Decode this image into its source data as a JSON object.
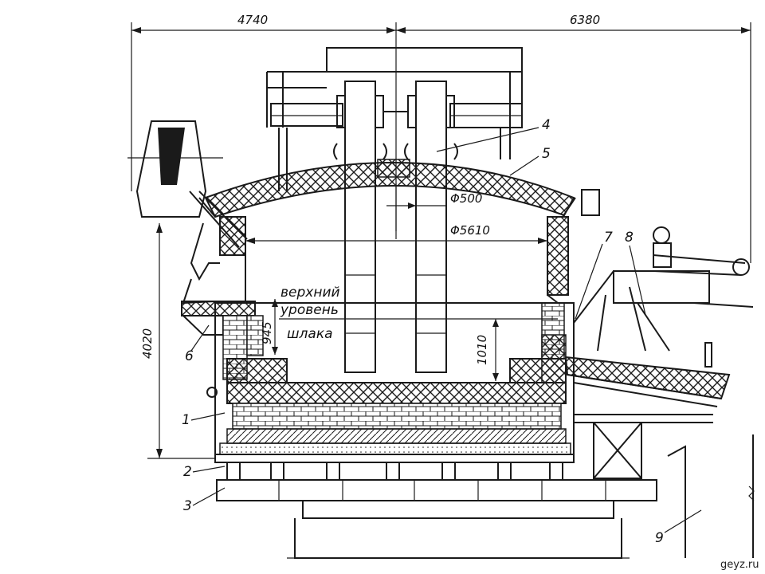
{
  "dimensions": {
    "left_width": "4740",
    "right_width": "6380",
    "height": "4020",
    "electrode_diameter": "Φ500",
    "shell_diameter": "Φ5610",
    "bath_depth": "945",
    "slag_depth": "1010"
  },
  "annotations": {
    "slag_line_1": "верхний",
    "slag_line_2": "уровень",
    "slag_line_3": "шлака"
  },
  "callouts": [
    "1",
    "2",
    "3",
    "4",
    "5",
    "6",
    "7",
    "8",
    "9"
  ],
  "watermark": "geyz.ru"
}
